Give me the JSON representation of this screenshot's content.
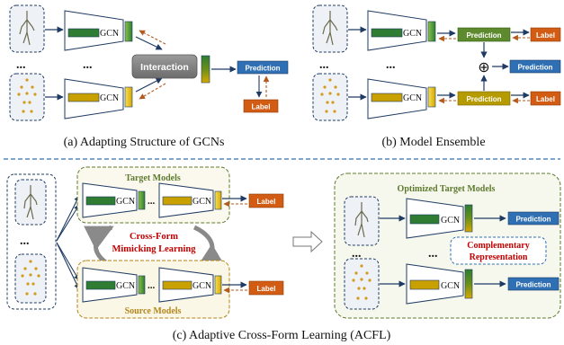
{
  "panel_a": {
    "caption": "(a) Adapting Structure of GCNs",
    "gcn_label": "GCN",
    "ellipsis": "...",
    "interaction_label": "Interaction",
    "prediction_label": "Prediction",
    "label_label": "Label"
  },
  "panel_b": {
    "caption": "(b) Model Ensemble",
    "gcn_label": "GCN",
    "ellipsis": "...",
    "prediction_label": "Prediction",
    "label_label": "Label",
    "plus_symbol": "⊕"
  },
  "panel_c": {
    "caption": "(c) Adaptive Cross-Form Learning (ACFL)",
    "target_models_label": "Target Models",
    "source_models_label": "Source Models",
    "cfml_line1": "Cross-Form",
    "cfml_line2": "Mimicking Learning",
    "gcn_label": "GCN",
    "ellipsis": "...",
    "label_label": "Label",
    "optimized_label": "Optimized Target Models",
    "prediction_label": "Prediction",
    "comp_line1": "Complementary",
    "comp_line2": "Representation"
  },
  "colors": {
    "green_bar": "#2e7d32",
    "green_light": "#8bc34a",
    "gold_bar": "#c8a000",
    "gold_light": "#f2d33a",
    "blue_box": "#2f6fb3",
    "orange_box": "#d35c14",
    "gray_box": "#7f7f7f",
    "pred_green": "#5e8a2e",
    "pred_gold": "#b59a00",
    "red_text": "#c00000",
    "dark_arrow": "#1f3b63",
    "dash_arrow": "#b35a1f"
  }
}
